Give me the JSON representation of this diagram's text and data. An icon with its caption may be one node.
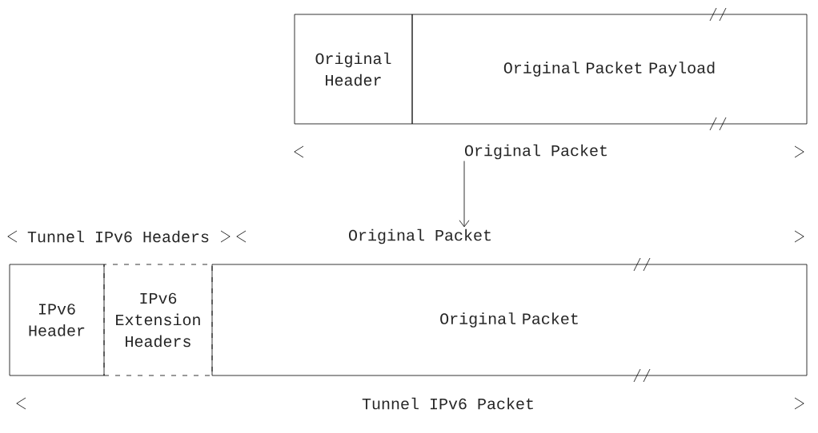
{
  "diagram": {
    "nodes": [
      {
        "text": [
          "Original Header"
        ]
      },
      {
        "text": [
          "Original Packet Payload"
        ]
      },
      {
        "text": [
          "Original Packet"
        ]
      },
      {
        "text": [
          "Original Packet"
        ]
      },
      {
        "text": [
          "IPv6 Header"
        ]
      },
      {
        "text": [
          "IPv6 Extension Headers"
        ]
      },
      {
        "text": [
          "Original Packet"
        ]
      }
    ],
    "edges": [
      {
        "from": 2,
        "to": 3,
        "arrow": "to"
      }
    ],
    "labels": [
      "Tunnel IPv6 Headers",
      "Tunnel IPv6 Packet"
    ]
  }
}
